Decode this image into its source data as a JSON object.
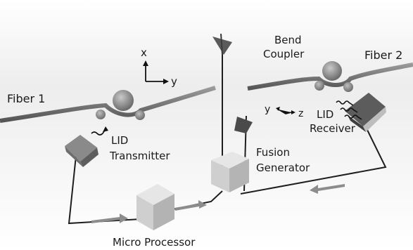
{
  "labels": {
    "fiber1": "Fiber 1",
    "fiber2": "Fiber 2",
    "bend_coupler_line1": "Bend",
    "bend_coupler_line2": "Coupler",
    "lid_tx_line1": "LID",
    "lid_tx_line2": "Transmitter",
    "lid_rx_line1": "LID",
    "lid_rx_line2": "Receiver",
    "fusion_line1": "Fusion",
    "fusion_line2": "Generator",
    "micro_processor": "Micro Processor",
    "axis_x": "x",
    "axis_y_left": "y",
    "axis_y_right": "y",
    "axis_z": "z"
  },
  "colors": {
    "fiber": "#6f6f6f",
    "wire": "#1e1e1e",
    "box_light": "#d6d6d6",
    "box_dark": "#8a8a8a",
    "electrode": "#5a5a5a",
    "text": "#1a1a1a"
  },
  "icons": [
    "up-arrow-axis-icon",
    "right-arrow-axis-icon",
    "squiggle-light-icon",
    "flow-arrow-icon"
  ]
}
